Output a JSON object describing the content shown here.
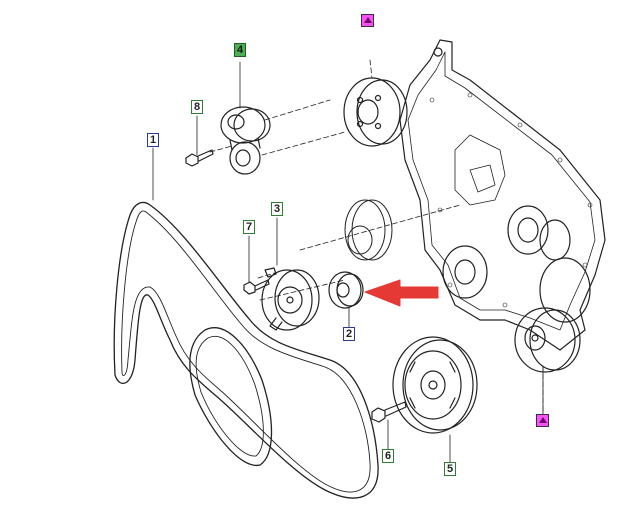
{
  "callouts": {
    "c1": "1",
    "c2": "2",
    "c3": "3",
    "c4": "4",
    "c5": "5",
    "c6": "6",
    "c7": "7",
    "c8": "8"
  },
  "markers": [
    "triangle-up-marker",
    "triangle-up-marker"
  ],
  "colors": {
    "line": "#222222",
    "callout_border": "#2a3a8f",
    "callout_border_alt": "#2e7d32",
    "callout_highlight": "#4caf50",
    "marker_fill": "#ff4fff",
    "arrow": "#e53935"
  }
}
